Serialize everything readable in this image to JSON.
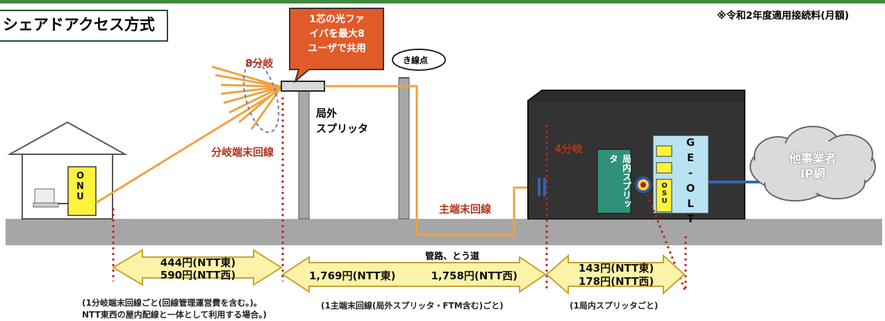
{
  "title": "シェアドアクセス方式",
  "top_note": "※令和2年度適用接続料(月額)",
  "callout": {
    "lines": [
      "1芯の光ファ",
      "イバを最大8",
      "ユーザで共用"
    ]
  },
  "labels": {
    "split8": "8分岐",
    "split4": "4分岐",
    "branch_line": "分岐端末回線",
    "outside_splitter": [
      "局外",
      "スプリッタ"
    ],
    "pole_point": "き線点",
    "main_line": "主端末回線",
    "conduit": "管路、とう道",
    "onu": "ONU",
    "inside_splitter": "局内スプリッタ",
    "osu": "OSU",
    "ge_olt": "GE-OLT",
    "cloud": [
      "他事業者",
      "IP網"
    ]
  },
  "prices": {
    "left": [
      "444円(NTT東)",
      "590円(NTT西)"
    ],
    "middle": [
      "1,769円(NTT東)",
      "1,758円(NTT西)"
    ],
    "right": [
      "143円(NTT東)",
      "178円(NTT西)"
    ]
  },
  "notes": {
    "left": [
      "(1分岐端末回線ごと(回線管理運営費を含む。)。",
      "NTT東西の屋内配線と一体として利用する場合。)"
    ],
    "middle": "(1主端末回線(局外スプリッタ・FTM含む)ごと)",
    "right": "(1局内スプリッタごと)"
  },
  "colors": {
    "fiber": "#f0a23c",
    "ground": "#a6a6a6",
    "arrow_fill": "#fdf3a8",
    "arrow_stroke": "#c8a12a",
    "accent_red": "#b0341e",
    "splitter_green": "#2f8f7a",
    "olt_blue": "#b9e3f0",
    "station_dark": "#2b2b2b",
    "onu_yellow": "#fff23a"
  }
}
